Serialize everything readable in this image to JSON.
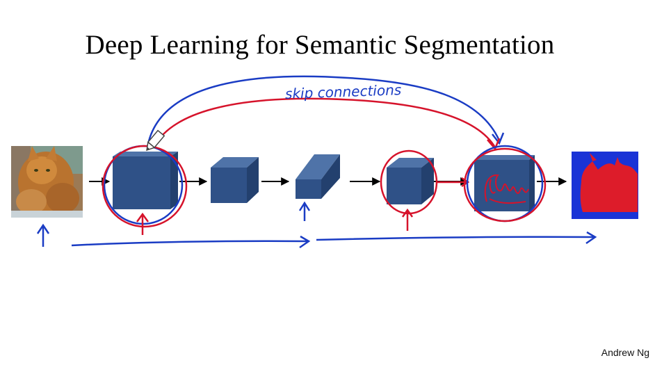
{
  "slide": {
    "title": "Deep Learning for Semantic Segmentation",
    "author": "Andrew Ng"
  },
  "annotations": {
    "skip_label": "skip connections"
  },
  "colors": {
    "block_front": "#2f5187",
    "block_top": "#4f73a8",
    "block_side": "#23406e",
    "ink_blue": "#1a3cc4",
    "ink_red": "#d6132b",
    "mask_background": "#1a33d6",
    "mask_foreground": "#dd1c2a"
  },
  "icons": {
    "pen": "pen-cursor-icon",
    "input_image": "cat-photo",
    "output_mask": "segmentation-mask"
  }
}
